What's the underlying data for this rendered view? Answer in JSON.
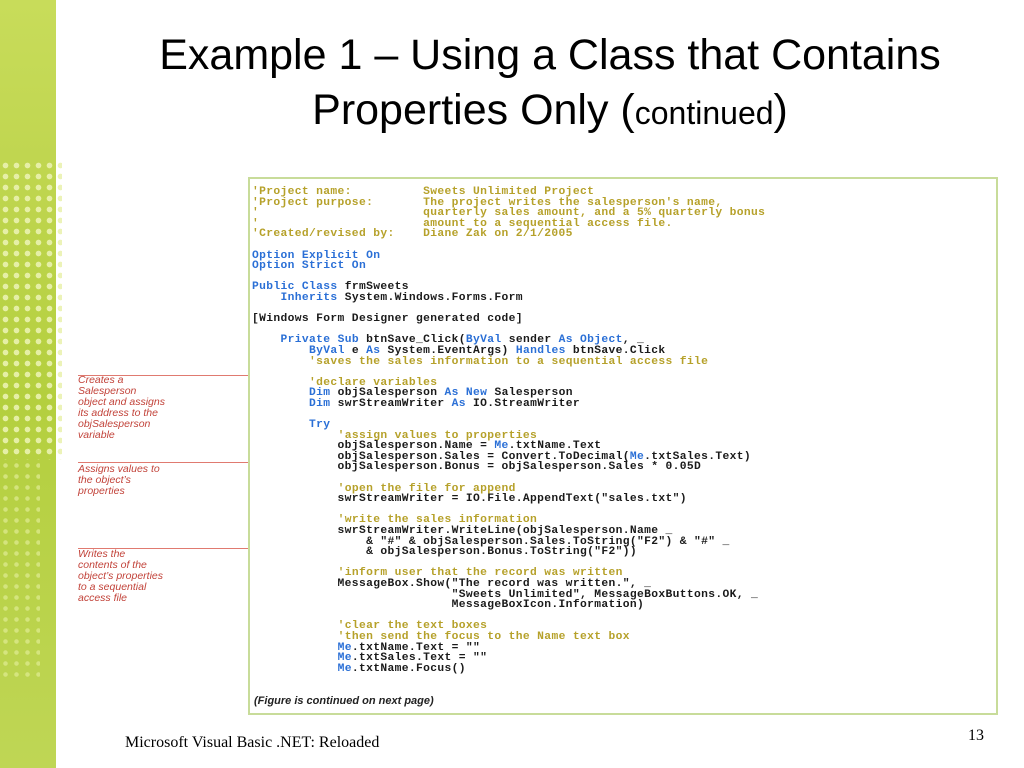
{
  "slide": {
    "title_main": "Example 1 – Using a Class that Contains Properties Only (",
    "title_small": "continued",
    "title_end": ")",
    "footer": "Microsoft Visual Basic .NET: Reloaded",
    "page_number": "13"
  },
  "annotations": [
    "Creates a\nSalesperson\nobject and assigns\nits address to the\nobjSalesperson\nvariable",
    "Assigns values to\nthe object’s\nproperties",
    "Writes the\ncontents of the\nobject’s properties\nto a sequential\naccess file"
  ],
  "figure_caption": "(Figure is continued on next page)",
  "code_lines": [
    {
      "segs": [
        {
          "t": "c",
          "v": "'Project name:          Sweets Unlimited Project"
        }
      ]
    },
    {
      "segs": [
        {
          "t": "c",
          "v": "'Project purpose:       The project writes the salesperson's name,"
        }
      ]
    },
    {
      "segs": [
        {
          "t": "c",
          "v": "'                       quarterly sales amount, and a 5% quarterly bonus"
        }
      ]
    },
    {
      "segs": [
        {
          "t": "c",
          "v": "'                       amount to a sequential access file."
        }
      ]
    },
    {
      "segs": [
        {
          "t": "c",
          "v": "'Created/revised by:    Diane Zak on 2/1/2005"
        }
      ]
    },
    {
      "blank": true
    },
    {
      "segs": [
        {
          "t": "k",
          "v": "Option Explicit On"
        }
      ]
    },
    {
      "segs": [
        {
          "t": "k",
          "v": "Option Strict On"
        }
      ]
    },
    {
      "blank": true
    },
    {
      "segs": [
        {
          "t": "k",
          "v": "Public Class "
        },
        {
          "t": "n",
          "v": "frmSweets"
        }
      ]
    },
    {
      "segs": [
        {
          "t": "n",
          "v": "    "
        },
        {
          "t": "k",
          "v": "Inherits "
        },
        {
          "t": "n",
          "v": "System.Windows.Forms.Form"
        }
      ]
    },
    {
      "blank": true
    },
    {
      "segs": [
        {
          "t": "n",
          "v": "[Windows Form Designer generated code]"
        }
      ]
    },
    {
      "blank": true
    },
    {
      "segs": [
        {
          "t": "n",
          "v": "    "
        },
        {
          "t": "k",
          "v": "Private Sub "
        },
        {
          "t": "n",
          "v": "btnSave_Click("
        },
        {
          "t": "k",
          "v": "ByVal "
        },
        {
          "t": "n",
          "v": "sender "
        },
        {
          "t": "k",
          "v": "As Object"
        },
        {
          "t": "n",
          "v": ", _"
        }
      ]
    },
    {
      "segs": [
        {
          "t": "n",
          "v": "        "
        },
        {
          "t": "k",
          "v": "ByVal "
        },
        {
          "t": "n",
          "v": "e "
        },
        {
          "t": "k",
          "v": "As "
        },
        {
          "t": "n",
          "v": "System.EventArgs) "
        },
        {
          "t": "k",
          "v": "Handles "
        },
        {
          "t": "n",
          "v": "btnSave.Click"
        }
      ]
    },
    {
      "segs": [
        {
          "t": "n",
          "v": "        "
        },
        {
          "t": "c",
          "v": "'saves the sales information to a sequential access file"
        }
      ]
    },
    {
      "blank": true
    },
    {
      "segs": [
        {
          "t": "n",
          "v": "        "
        },
        {
          "t": "c",
          "v": "'declare variables"
        }
      ]
    },
    {
      "segs": [
        {
          "t": "n",
          "v": "        "
        },
        {
          "t": "k",
          "v": "Dim "
        },
        {
          "t": "n",
          "v": "objSalesperson "
        },
        {
          "t": "k",
          "v": "As New "
        },
        {
          "t": "n",
          "v": "Salesperson"
        }
      ]
    },
    {
      "segs": [
        {
          "t": "n",
          "v": "        "
        },
        {
          "t": "k",
          "v": "Dim "
        },
        {
          "t": "n",
          "v": "swrStreamWriter "
        },
        {
          "t": "k",
          "v": "As "
        },
        {
          "t": "n",
          "v": "IO.StreamWriter"
        }
      ]
    },
    {
      "blank": true
    },
    {
      "segs": [
        {
          "t": "n",
          "v": "        "
        },
        {
          "t": "k",
          "v": "Try"
        }
      ]
    },
    {
      "segs": [
        {
          "t": "n",
          "v": "            "
        },
        {
          "t": "c",
          "v": "'assign values to properties"
        }
      ]
    },
    {
      "segs": [
        {
          "t": "n",
          "v": "            objSalesperson.Name = "
        },
        {
          "t": "k",
          "v": "Me"
        },
        {
          "t": "n",
          "v": ".txtName.Text"
        }
      ]
    },
    {
      "segs": [
        {
          "t": "n",
          "v": "            objSalesperson.Sales = Convert.ToDecimal("
        },
        {
          "t": "k",
          "v": "Me"
        },
        {
          "t": "n",
          "v": ".txtSales.Text)"
        }
      ]
    },
    {
      "segs": [
        {
          "t": "n",
          "v": "            objSalesperson.Bonus = objSalesperson.Sales * 0.05D"
        }
      ]
    },
    {
      "blank": true
    },
    {
      "segs": [
        {
          "t": "n",
          "v": "            "
        },
        {
          "t": "c",
          "v": "'open the file for append"
        }
      ]
    },
    {
      "segs": [
        {
          "t": "n",
          "v": "            swrStreamWriter = IO.File.AppendText(\"sales.txt\")"
        }
      ]
    },
    {
      "blank": true
    },
    {
      "segs": [
        {
          "t": "n",
          "v": "            "
        },
        {
          "t": "c",
          "v": "'write the sales information"
        }
      ]
    },
    {
      "segs": [
        {
          "t": "n",
          "v": "            swrStreamWriter.WriteLine(objSalesperson.Name _"
        }
      ]
    },
    {
      "segs": [
        {
          "t": "n",
          "v": "                & \"#\" & objSalesperson.Sales.ToString(\"F2\") & \"#\" _"
        }
      ]
    },
    {
      "segs": [
        {
          "t": "n",
          "v": "                & objSalesperson.Bonus.ToString(\"F2\"))"
        }
      ]
    },
    {
      "blank": true
    },
    {
      "segs": [
        {
          "t": "n",
          "v": "            "
        },
        {
          "t": "c",
          "v": "'inform user that the record was written"
        }
      ]
    },
    {
      "segs": [
        {
          "t": "n",
          "v": "            MessageBox.Show(\"The record was written.\", _"
        }
      ]
    },
    {
      "segs": [
        {
          "t": "n",
          "v": "                            \"Sweets Unlimited\", MessageBoxButtons.OK, _"
        }
      ]
    },
    {
      "segs": [
        {
          "t": "n",
          "v": "                            MessageBoxIcon.Information)"
        }
      ]
    },
    {
      "blank": true
    },
    {
      "segs": [
        {
          "t": "n",
          "v": "            "
        },
        {
          "t": "c",
          "v": "'clear the text boxes"
        }
      ]
    },
    {
      "segs": [
        {
          "t": "n",
          "v": "            "
        },
        {
          "t": "c",
          "v": "'then send the focus to the Name text box"
        }
      ]
    },
    {
      "segs": [
        {
          "t": "n",
          "v": "            "
        },
        {
          "t": "k",
          "v": "Me"
        },
        {
          "t": "n",
          "v": ".txtName.Text = \"\""
        }
      ]
    },
    {
      "segs": [
        {
          "t": "n",
          "v": "            "
        },
        {
          "t": "k",
          "v": "Me"
        },
        {
          "t": "n",
          "v": ".txtSales.Text = \"\""
        }
      ]
    },
    {
      "segs": [
        {
          "t": "n",
          "v": "            "
        },
        {
          "t": "k",
          "v": "Me"
        },
        {
          "t": "n",
          "v": ".txtName.Focus()"
        }
      ]
    }
  ],
  "colors": {
    "sidebar": "#bfd64e",
    "comment": "#b6a12a",
    "keyword": "#2a6fd6",
    "annotation": "#c2433a",
    "figure_border": "#c8dc9a"
  }
}
